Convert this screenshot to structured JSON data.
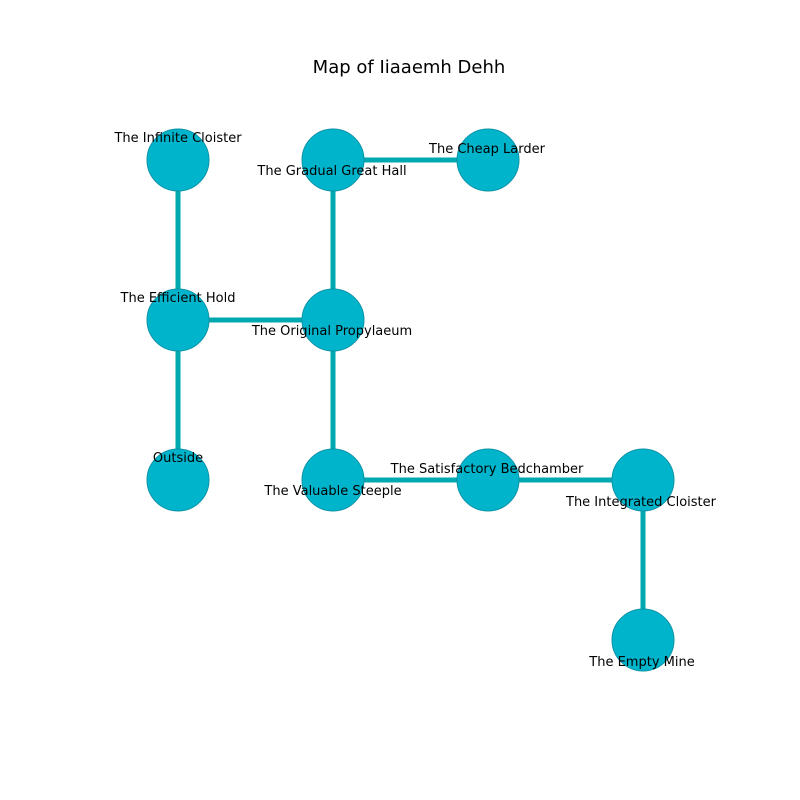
{
  "title": "Map of Iiaaemh Dehh",
  "colors": {
    "node_fill": "#00b4cc",
    "node_stroke": "#0a93a6",
    "edge": "#00a8b0",
    "label": "#000000"
  },
  "rooms": [
    {
      "id": "infinite-cloister",
      "label": "The Infinite Cloister"
    },
    {
      "id": "gradual-great-hall",
      "label": "The Gradual Great Hall"
    },
    {
      "id": "cheap-larder",
      "label": "The Cheap Larder"
    },
    {
      "id": "efficient-hold",
      "label": "The Efficient Hold"
    },
    {
      "id": "original-propylaeum",
      "label": "The Original Propylaeum"
    },
    {
      "id": "outside",
      "label": "Outside"
    },
    {
      "id": "valuable-steeple",
      "label": "The Valuable Steeple"
    },
    {
      "id": "satisfactory-bedchamber",
      "label": "The Satisfactory Bedchamber"
    },
    {
      "id": "integrated-cloister",
      "label": "The Integrated Cloister"
    },
    {
      "id": "empty-mine",
      "label": "The Empty Mine"
    }
  ],
  "connections": [
    [
      "infinite-cloister",
      "efficient-hold"
    ],
    [
      "efficient-hold",
      "outside"
    ],
    [
      "efficient-hold",
      "original-propylaeum"
    ],
    [
      "gradual-great-hall",
      "cheap-larder"
    ],
    [
      "gradual-great-hall",
      "original-propylaeum"
    ],
    [
      "original-propylaeum",
      "valuable-steeple"
    ],
    [
      "valuable-steeple",
      "satisfactory-bedchamber"
    ],
    [
      "satisfactory-bedchamber",
      "integrated-cloister"
    ],
    [
      "integrated-cloister",
      "empty-mine"
    ]
  ]
}
